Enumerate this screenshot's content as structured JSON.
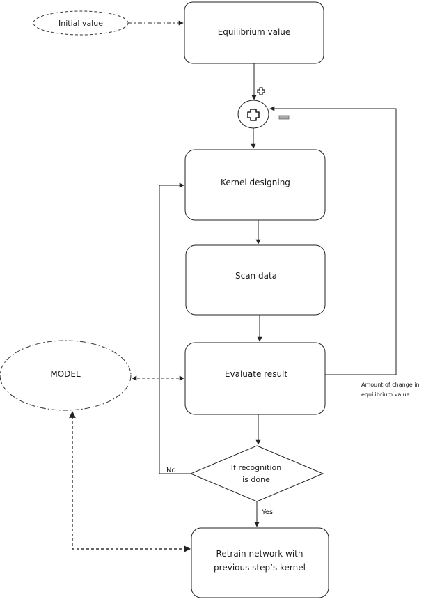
{
  "nodes": {
    "initial_value": "Initial value",
    "equilibrium_value": "Equilibrium value",
    "kernel_designing": "Kernel designing",
    "scan_data": "Scan data",
    "evaluate_result": "Evaluate result",
    "model": "MODEL",
    "decision_line1": "If recognition",
    "decision_line2": "is done",
    "retrain_line1": "Retrain network with",
    "retrain_line2": "previous step’s kernel"
  },
  "labels": {
    "no": "No",
    "yes": "Yes",
    "feedback_line1": "Amount of change in",
    "feedback_line2": "equilibrium value"
  }
}
